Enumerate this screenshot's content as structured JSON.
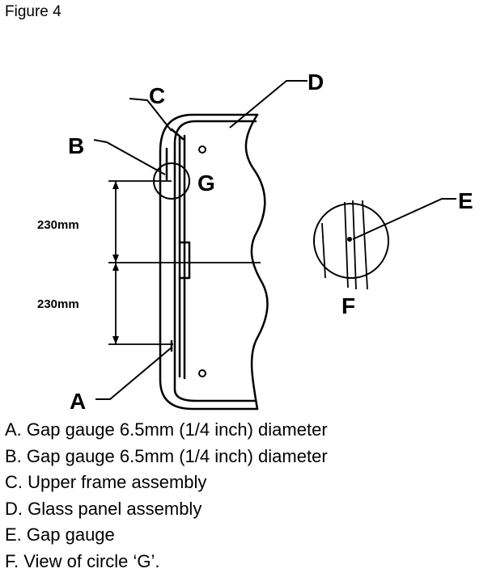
{
  "figure_title": "Figure 4",
  "callouts": {
    "a": "A",
    "b": "B",
    "c": "C",
    "d": "D",
    "e": "E",
    "f": "F",
    "g": "G"
  },
  "dimensions": {
    "upper": "230mm",
    "lower": "230mm"
  },
  "legend": [
    "A. Gap gauge 6.5mm (1/4 inch) diameter",
    "B. Gap gauge 6.5mm (1/4 inch) diameter",
    "C. Upper frame assembly",
    "D. Glass panel assembly",
    "E. Gap gauge",
    "F. View of circle ‘G’."
  ]
}
